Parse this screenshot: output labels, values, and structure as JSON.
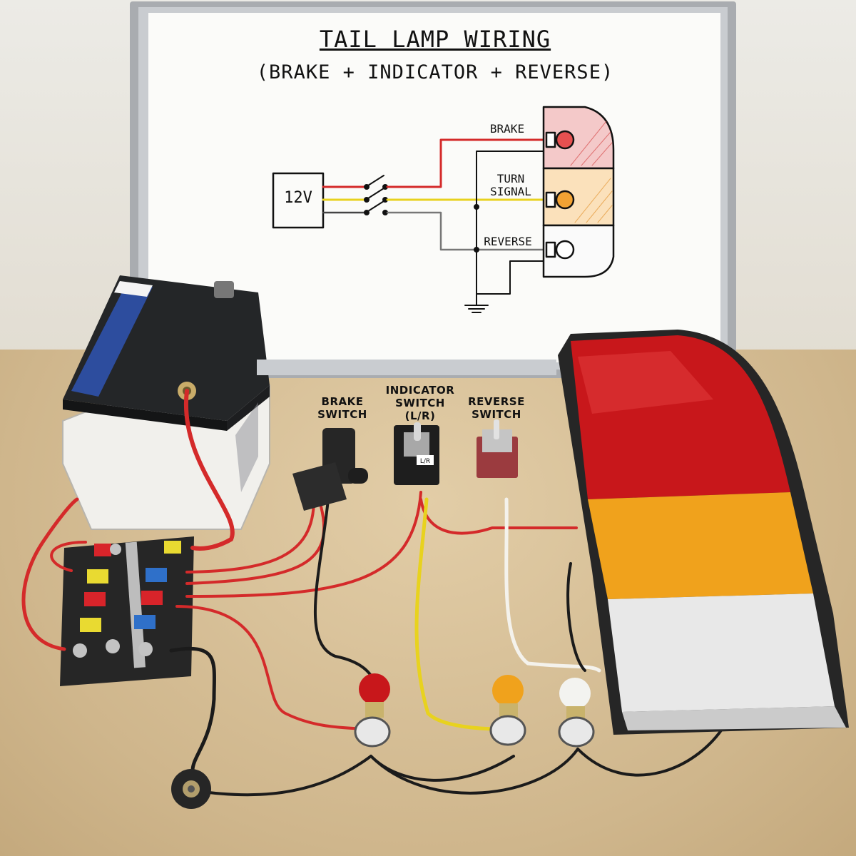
{
  "whiteboard": {
    "title": "TAIL LAMP WIRING",
    "subtitle": "(BRAKE + INDICATOR + REVERSE)",
    "supply_label": "12V",
    "brake_label": "BRAKE",
    "turn_label": "TURN\nSIGNAL",
    "reverse_label": "REVERSE"
  },
  "bench_labels": {
    "brake_switch": "BRAKE\nSWITCH",
    "indicator_switch": "INDICATOR\nSWITCH\n(L/R)",
    "reverse_switch": "REVERSE\nSWITCH"
  },
  "switch_marking": "L/R",
  "colors": {
    "brake_wire": "#d42a2a",
    "turn_wire": "#e8d21e",
    "reverse_wire": "#f2f0ea",
    "ground_wire": "#1b1b1b",
    "lens_red": "#c8171b",
    "lens_amber": "#f0a21c",
    "lens_clear": "#e8e8e8"
  }
}
